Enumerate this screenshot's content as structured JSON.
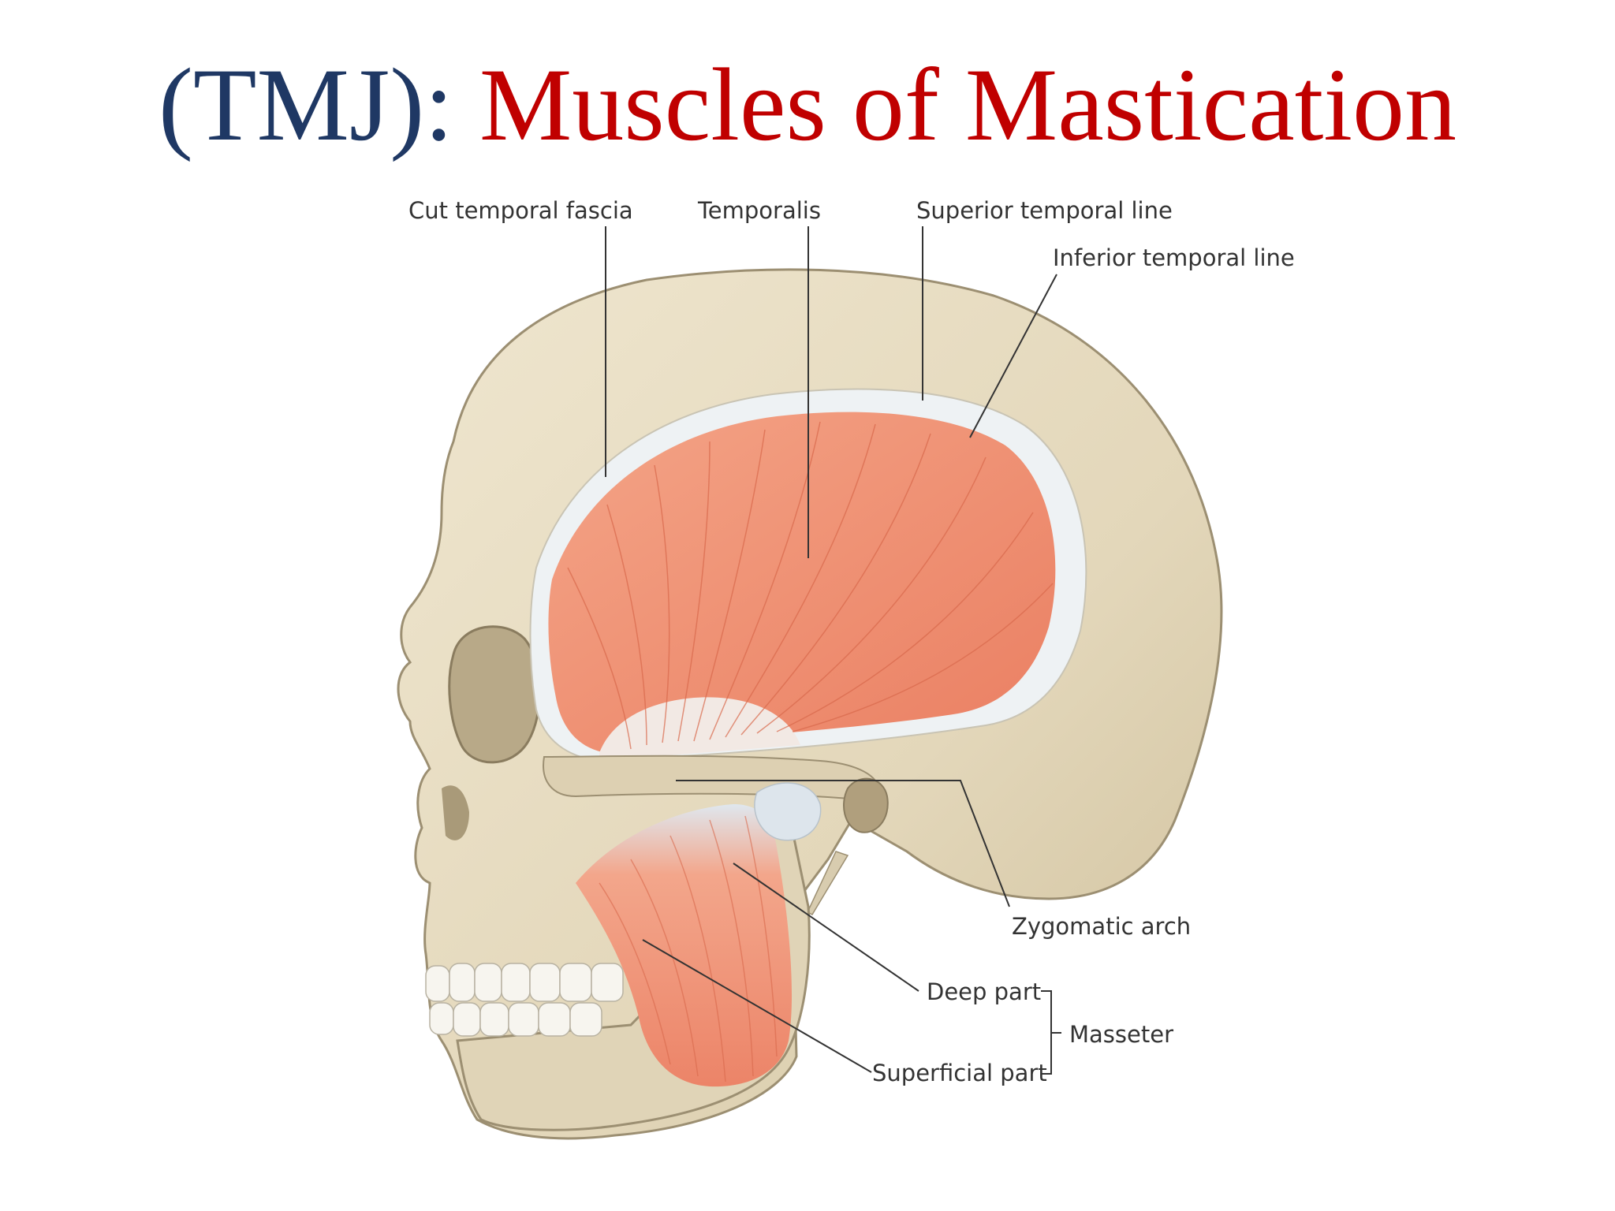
{
  "title": {
    "prefix": "(TMJ): ",
    "main": "Muscles of Mastication",
    "prefix_color": "#1f3864",
    "main_color": "#c00000"
  },
  "labels": {
    "cut_temporal_fascia": "Cut temporal fascia",
    "temporalis": "Temporalis",
    "superior_temporal_line": "Superior temporal line",
    "inferior_temporal_line": "Inferior temporal line",
    "zygomatic_arch": "Zygomatic arch",
    "deep_part": "Deep part",
    "superficial_part": "Superficial part",
    "masseter": "Masseter"
  },
  "colors": {
    "bone": "#e6dcc3",
    "bone_outline": "#9c8f72",
    "muscle": "#ef9072",
    "tendon": "#e8eef2"
  }
}
